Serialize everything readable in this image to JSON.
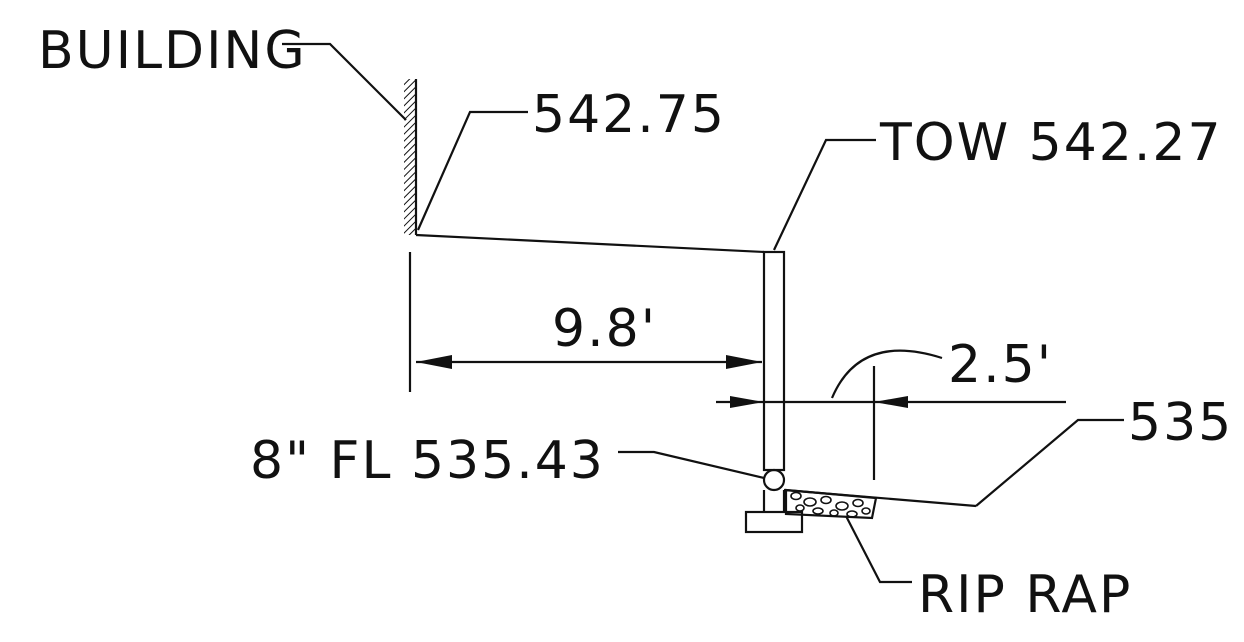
{
  "labels": {
    "building": "BUILDING",
    "top_grade": "542.75",
    "top_of_wall": "TOW 542.27",
    "horizontal_dimension": "9.8'",
    "offset_dimension": "2.5'",
    "bottom_grade": "535",
    "pipe": "8\" FL 535.43",
    "rip_rap": "RIP RAP"
  },
  "colors": {
    "ink": "#111111",
    "background": "#ffffff"
  }
}
